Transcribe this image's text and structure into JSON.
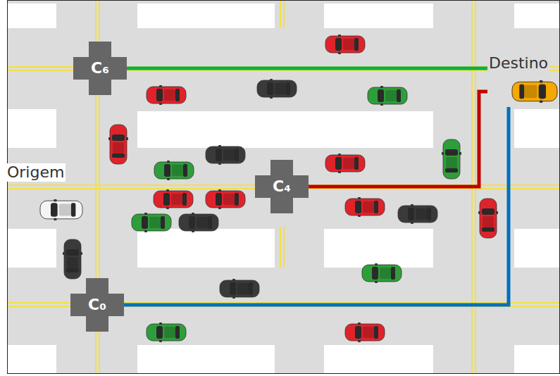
{
  "diagram": {
    "nodes": [
      {
        "text": [
          "C₆"
        ]
      },
      {
        "text": [
          "Destino"
        ]
      },
      {
        "text": [
          "C₄"
        ]
      },
      {
        "text": [
          "C₀"
        ]
      }
    ],
    "edges": [
      {
        "from": 0,
        "to": 1,
        "arrow": "none"
      },
      {
        "from": 2,
        "to": 1,
        "arrow": "none"
      },
      {
        "from": 3,
        "to": 1,
        "arrow": "none"
      }
    ],
    "labels": [
      "Origem"
    ]
  }
}
